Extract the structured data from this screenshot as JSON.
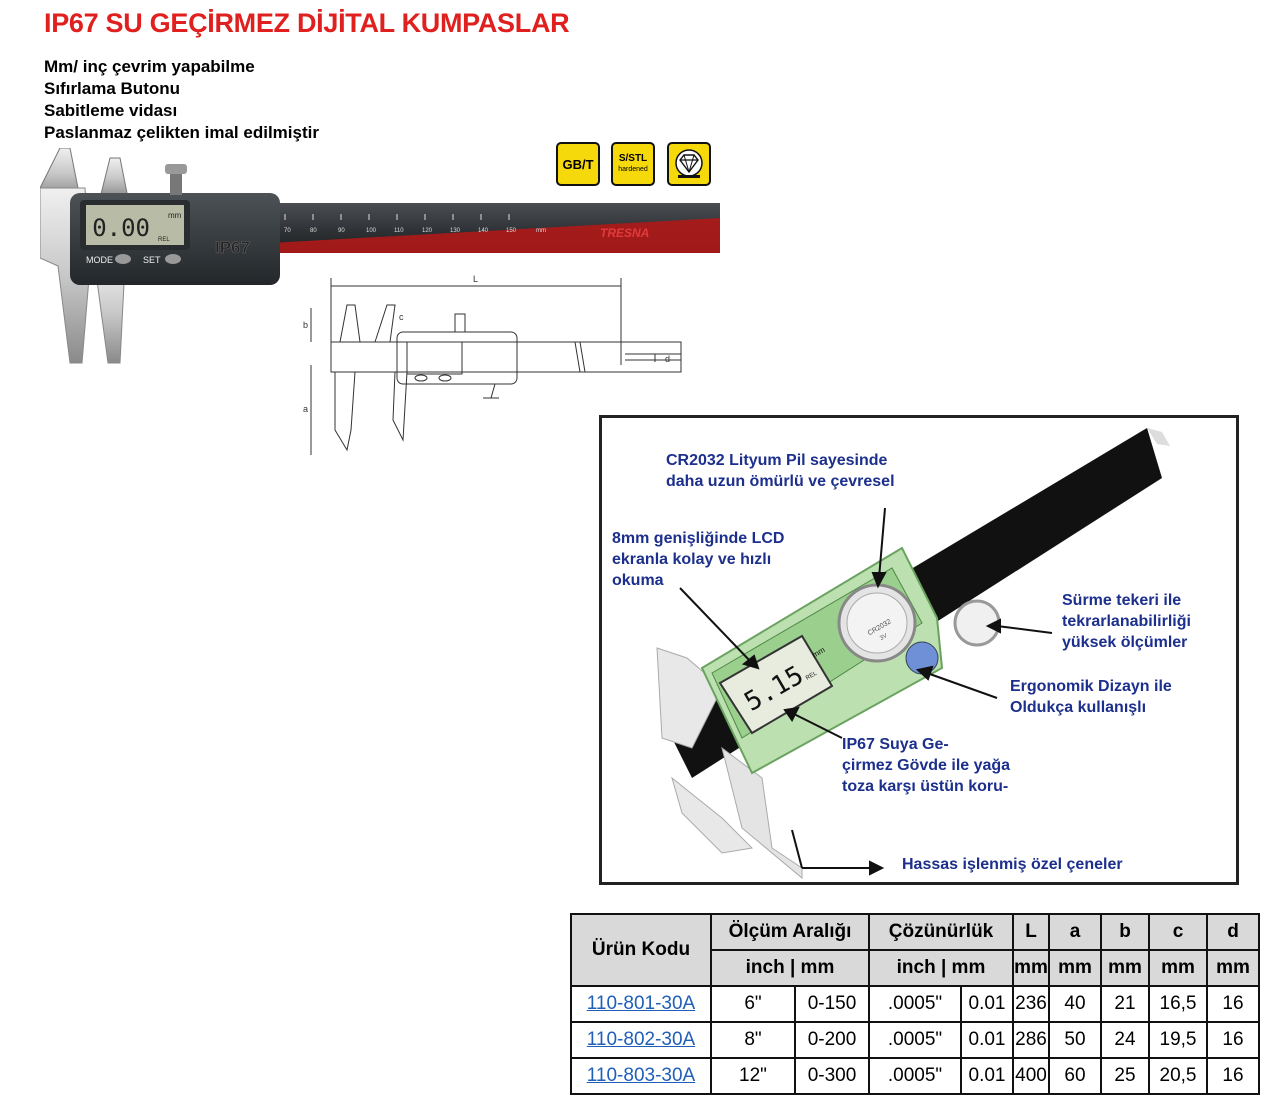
{
  "title": "IP67 SU GEÇİRMEZ DİJİTAL KUMPASLAR",
  "features": [
    "Mm/ inç çevrim yapabilme",
    "Sıfırlama Butonu",
    "Sabitleme vidası",
    "Paslanmaz çelikten imal edilmiştir"
  ],
  "certifications": {
    "gbt": "GB/T",
    "sstl_top": "S/STL",
    "sstl_bottom": "hardened",
    "diamond_icon": "diamond-icon"
  },
  "photo": {
    "display": "0.00",
    "display_unit": "mm",
    "display_sub": "REL",
    "mode_label": "MODE",
    "set_label": "SET",
    "ip_label": "IP67",
    "brand": "TRESNA",
    "scale_numbers": [
      "70",
      "80",
      "90",
      "100",
      "110",
      "120",
      "130",
      "140",
      "150",
      "mm"
    ]
  },
  "drawing": {
    "L": "L",
    "a": "a",
    "b": "b",
    "c": "c",
    "d": "d"
  },
  "info_box": {
    "display": "5.15",
    "display_unit": "mm",
    "display_sub": "REL",
    "battery_label": "CR2032",
    "battery_sub": "3V",
    "callouts": {
      "battery": [
        "CR2032 Lityum Pil sayesinde",
        "daha uzun ömürlü ve çevresel"
      ],
      "lcd": [
        "8mm genişliğinde LCD",
        "ekranla kolay ve hızlı",
        "okuma"
      ],
      "wheel": [
        "Sürme tekeri ile",
        "tekrarlanabilirliği",
        "yüksek ölçümler"
      ],
      "ergonomic": [
        "Ergonomik Dizayn ile",
        "Oldukça kullanışlı"
      ],
      "ip67": [
        "IP67 Suya Ge-",
        "çirmez Gövde ile yağa",
        "toza karşı üstün koru-"
      ],
      "jaws": [
        "Hassas işlenmiş özel çeneler"
      ]
    }
  },
  "table": {
    "headers": {
      "code": "Ürün Kodu",
      "range": "Ölçüm Aralığı",
      "resolution": "Çözünürlük",
      "L": "L",
      "a": "a",
      "b": "b",
      "c": "c",
      "d": "d"
    },
    "subheaders": {
      "range": "inch | mm",
      "resolution": "inch | mm",
      "L": "mm",
      "a": "mm",
      "b": "mm",
      "c": "mm",
      "d": "mm"
    },
    "rows": [
      {
        "code": "110-801-30A",
        "inch": "6\"",
        "mm": "0-150",
        "res_inch": ".0005\"",
        "res_mm": "0.01",
        "L": "236",
        "a": "40",
        "b": "21",
        "c": "16,5",
        "d": "16"
      },
      {
        "code": "110-802-30A",
        "inch": "8\"",
        "mm": "0-200",
        "res_inch": ".0005\"",
        "res_mm": "0.01",
        "L": "286",
        "a": "50",
        "b": "24",
        "c": "19,5",
        "d": "16"
      },
      {
        "code": "110-803-30A",
        "inch": "12\"",
        "mm": "0-300",
        "res_inch": ".0005\"",
        "res_mm": "0.01",
        "L": "400",
        "a": "60",
        "b": "25",
        "c": "20,5",
        "d": "16"
      }
    ]
  }
}
